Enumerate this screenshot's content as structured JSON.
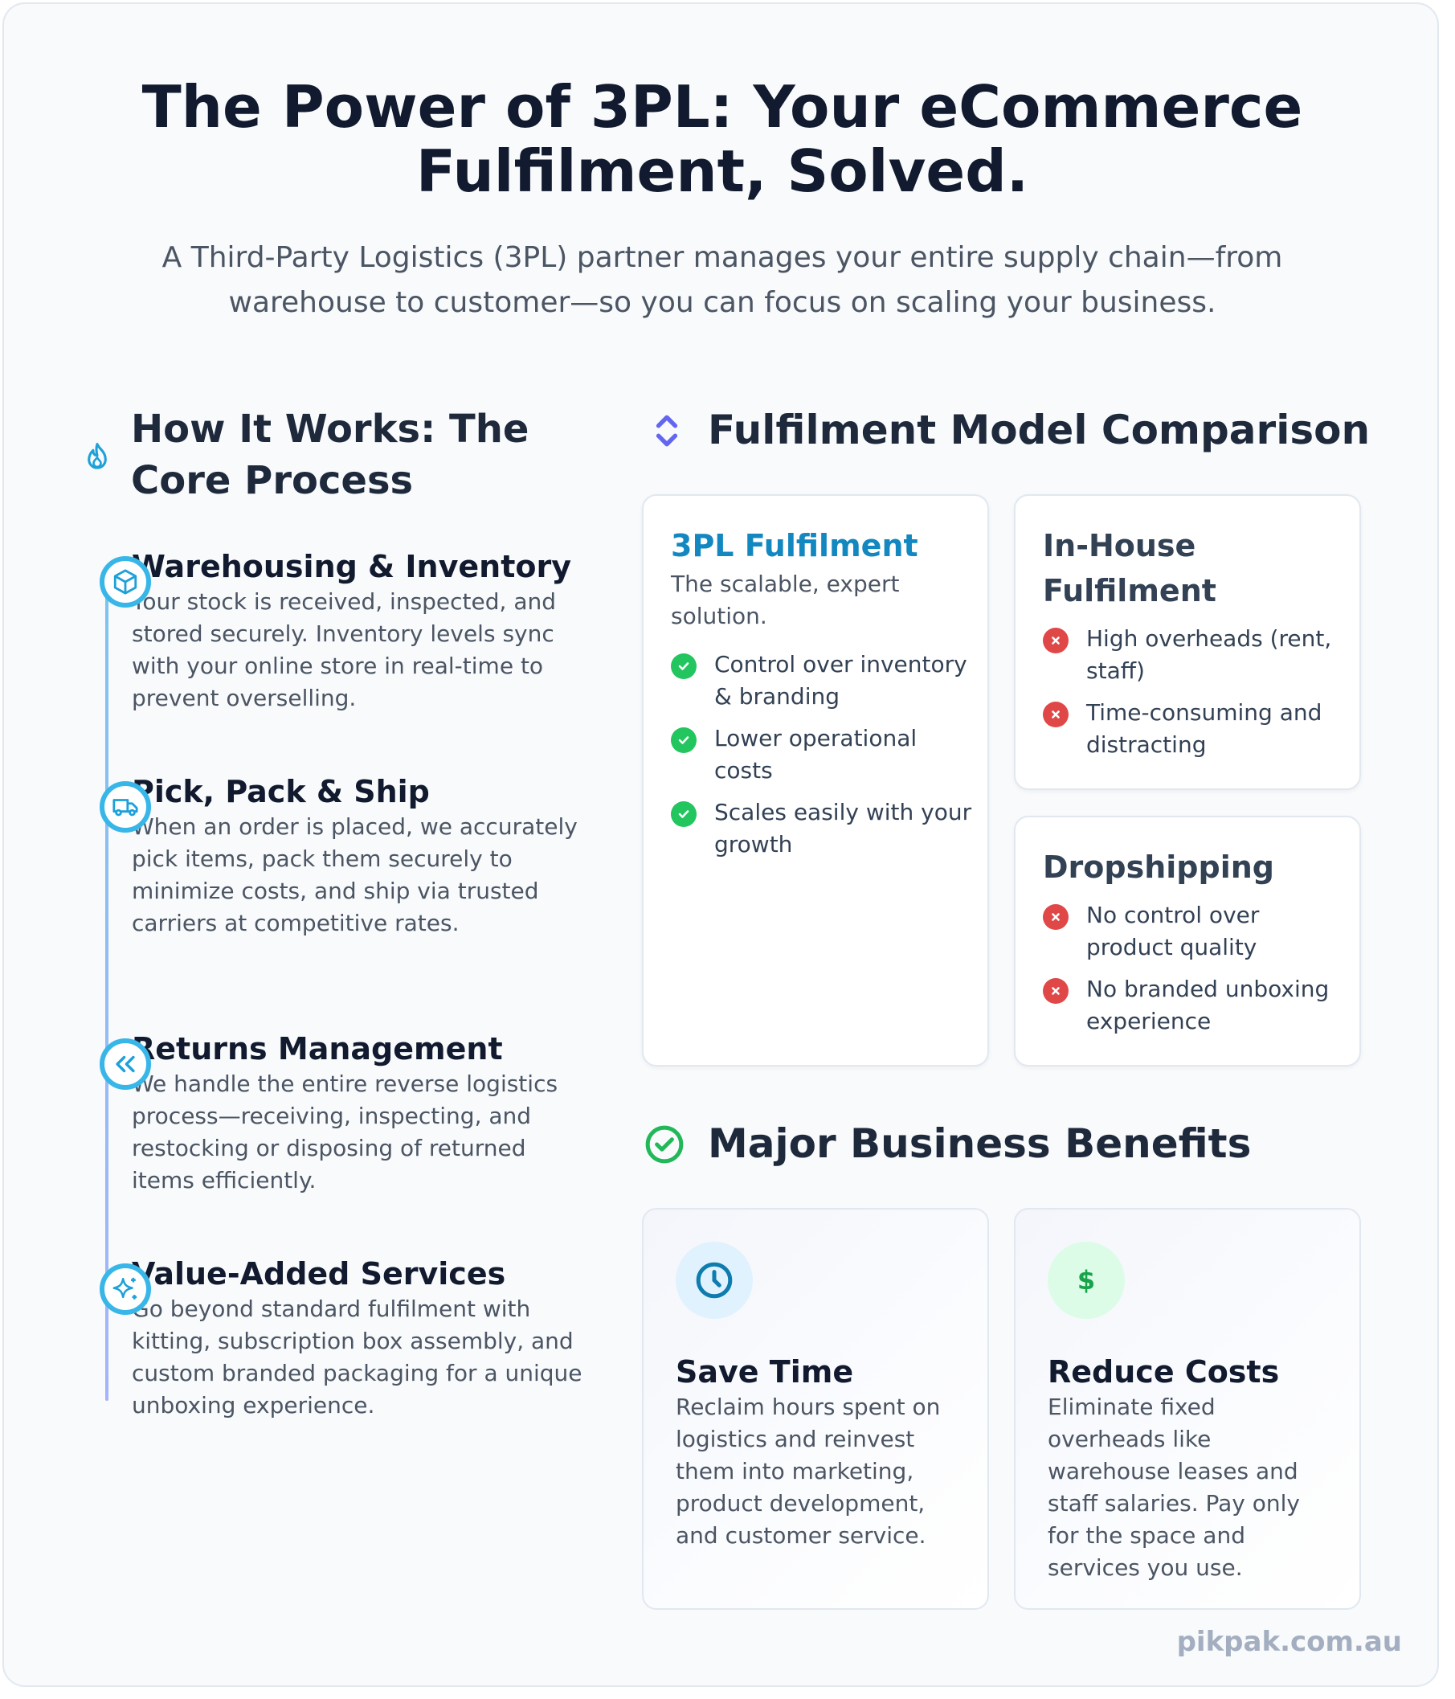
{
  "header": {
    "title_line1": "The Power of 3PL: Your eCommerce",
    "title_line2": "Fulfilment, Solved.",
    "subtitle_line1": "A Third-Party Logistics (3PL) partner manages your entire supply chain—from",
    "subtitle_line2": "warehouse to customer—so you can focus on scaling your business."
  },
  "how_it_works": {
    "icon": "flame-icon",
    "title_line1": "How It Works: The",
    "title_line2": "Core Process",
    "steps": [
      {
        "icon": "box-icon",
        "title": "Warehousing & Inventory",
        "text": "Your stock is received, inspected, and stored securely. Inventory levels sync with your online store in real-time to prevent overselling."
      },
      {
        "icon": "truck-icon",
        "title": "Pick, Pack & Ship",
        "text": "When an order is placed, we accurately pick items, pack them securely to minimize costs, and ship via trusted carriers at competitive rates."
      },
      {
        "icon": "double-chevron-left-icon",
        "title": "Returns Management",
        "text": "We handle the entire reverse logistics process—receiving, inspecting, and restocking or disposing of returned items efficiently."
      },
      {
        "icon": "sparkles-icon",
        "title": "Value-Added Services",
        "text": "Go beyond standard fulfilment with kitting, subscription box assembly, and custom branded packaging for a unique unboxing experience."
      }
    ]
  },
  "comparison": {
    "icon": "chevrons-up-down-icon",
    "title": "Fulfilment Model Comparison",
    "threepl": {
      "title": "3PL Fulfilment",
      "subtitle": "The scalable, expert solution.",
      "pros": [
        "Control over inventory & branding",
        "Lower operational costs",
        "Scales easily with your growth"
      ]
    },
    "inhouse": {
      "title_line1": "In-House",
      "title_line2": "Fulfilment",
      "cons": [
        "High overheads (rent, staff)",
        "Time-consuming and distracting"
      ]
    },
    "dropshipping": {
      "title": "Dropshipping",
      "cons": [
        "No control over product quality",
        "No branded unboxing experience"
      ]
    }
  },
  "benefits": {
    "icon": "check-circle-icon",
    "title": "Major Business Benefits",
    "items": [
      {
        "icon": "clock-icon",
        "title": "Save Time",
        "text": "Reclaim hours spent on logistics and reinvest them into marketing, product development, and customer service."
      },
      {
        "icon": "dollar-icon",
        "title": "Reduce Costs",
        "text": "Eliminate fixed overheads like warehouse leases and staff salaries. Pay only for the space and services you use.",
        "glyph": "$"
      }
    ]
  },
  "footer": {
    "site": "pikpak.com.au"
  },
  "colors": {
    "accent_blue": "#1387c0",
    "timeline_blue": "#38b6e8",
    "indigo": "#6366f1",
    "green": "#22c55e",
    "red": "#e04848",
    "heading": "#111a2e",
    "body": "#4b5563"
  }
}
